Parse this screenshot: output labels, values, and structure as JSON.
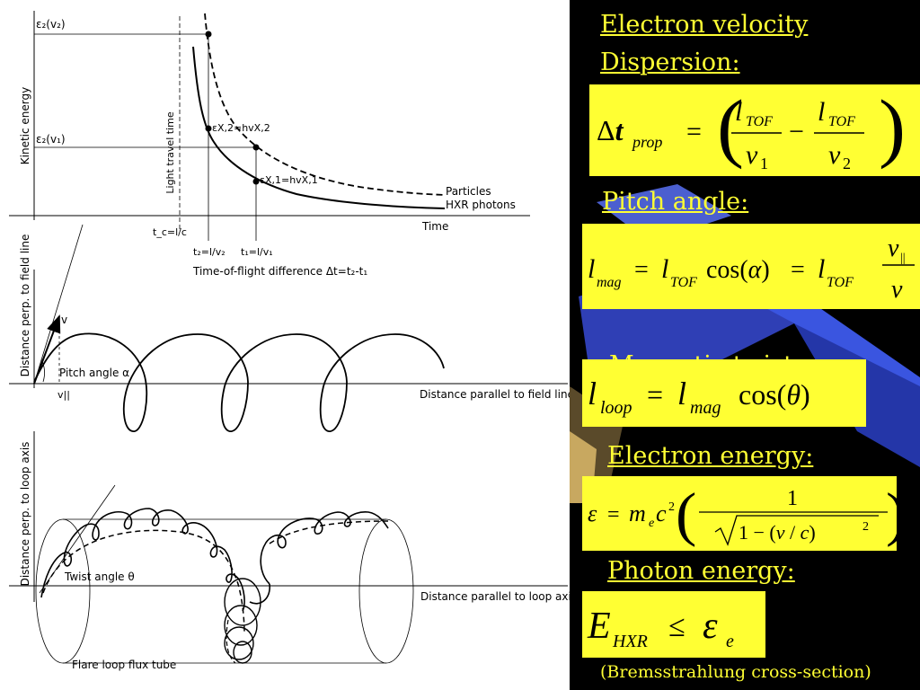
{
  "panel1": {
    "y_axis_label": "Kinetic energy",
    "x_axis_label": "Time",
    "eps2_v2": "ε₂(v₂)",
    "eps2_v1": "ε₂(v₁)",
    "light_travel_label": "Light travel time",
    "eps_x2_label": "εX,2=hvX,2",
    "eps_x1_label": "εX,1=hvX,1",
    "particles_label": "Particles",
    "hxr_label": "HXR photons",
    "tc_label": "t_c=l/c",
    "t2_label": "t₂=l/v₂",
    "t1_label": "t₁=l/v₁",
    "tof_diff_label": "Time-of-flight difference Δt=t₂-t₁"
  },
  "panel2": {
    "y_axis_label": "Distance perp. to field line",
    "x_axis_label": "Distance parallel to field line",
    "v_label": "v",
    "v_par_label": "v||",
    "pitch_label": "Pitch angle α"
  },
  "panel3": {
    "y_axis_label": "Distance perp. to loop axis",
    "x_axis_label": "Distance parallel to loop axis",
    "twist_label": "Twist angle θ",
    "tube_label": "Flare loop flux tube"
  },
  "right": {
    "h1_line1": "Electron velocity",
    "h1_line2": "Dispersion:",
    "h2": "Pitch angle:",
    "h3": "Magnetic twist:",
    "h4": "Electron energy:",
    "h5": "Photon energy:",
    "note": "(Bremsstrahlung cross-section)",
    "formula_box_color": "#ffff33",
    "heading_color": "#ffff33"
  }
}
